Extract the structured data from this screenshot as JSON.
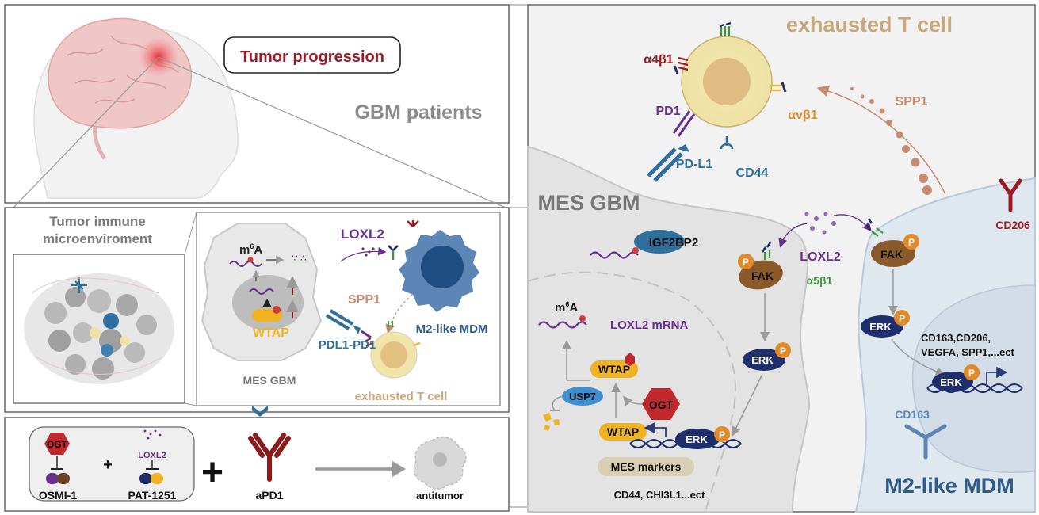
{
  "top_panel": {
    "tumor_progression": "Tumor progression",
    "gbm_patients": "GBM  patients"
  },
  "tme_panel": {
    "title_line1": "Tumor immune",
    "title_line2": "microenviroment",
    "m6a_prefix": "m",
    "m6a_sup": "6",
    "m6a_suffix": "A",
    "wtap": "WTAP",
    "loxl2": "LOXL2",
    "spp1": "SPP1",
    "m2_mdm": "M2-like MDM",
    "pdl1_pd1": "PDL1-PD1",
    "mes_gbm": "MES GBM",
    "exhausted_t": "exhausted T cell"
  },
  "therapy_panel": {
    "ogt": "OGT",
    "osmi": "OSMI-1",
    "plus1": "+",
    "loxl2": "LOXL2",
    "pat": "PAT-1251",
    "plus2": "+",
    "apd1": "aPD1",
    "antitumor": "antitumor"
  },
  "right_panel": {
    "exhausted_t": "exhausted T cell",
    "a4b1": "α4β1",
    "pd1": "PD1",
    "avb1": "αvβ1",
    "pdl1": "PD-L1",
    "cd44": "CD44",
    "spp1": "SPP1",
    "cd206_top": "CD206",
    "mes_gbm": "MES GBM",
    "igf2bp2": "IGF2BP2",
    "fak1": "FAK",
    "fak2": "FAK",
    "p_badge": "P",
    "loxl2": "LOXL2",
    "a5b1": "α5β1",
    "m6a_prefix": "m",
    "m6a_sup": "6",
    "m6a_suffix": "A",
    "loxl2_mrna": "LOXL2 mRNA",
    "wtap1": "WTAP",
    "wtap2": "WTAP",
    "usp7": "USP7",
    "ogt": "OGT",
    "erk": "ERK",
    "mes_markers": "MES markers",
    "cd44_chi": "CD44, CHI3L1...ect",
    "gene_line1": "CD163,CD206,",
    "gene_line2": "VEGFA, SPP1,...ect",
    "cd163": "CD163",
    "m2_mdm": "M2-like MDM"
  },
  "colors": {
    "tumor_red": "#9b1c24",
    "purple": "#6a2f8e",
    "blue": "#2e6f9e",
    "navy": "#1d2b6b",
    "tan": "#c9a77c",
    "fak_brown": "#8a5a2b",
    "wtap_yellow": "#f0b323",
    "mdm_blue": "#3e6d9c",
    "green": "#3a9a3a",
    "orange_p": "#e08a2a"
  }
}
